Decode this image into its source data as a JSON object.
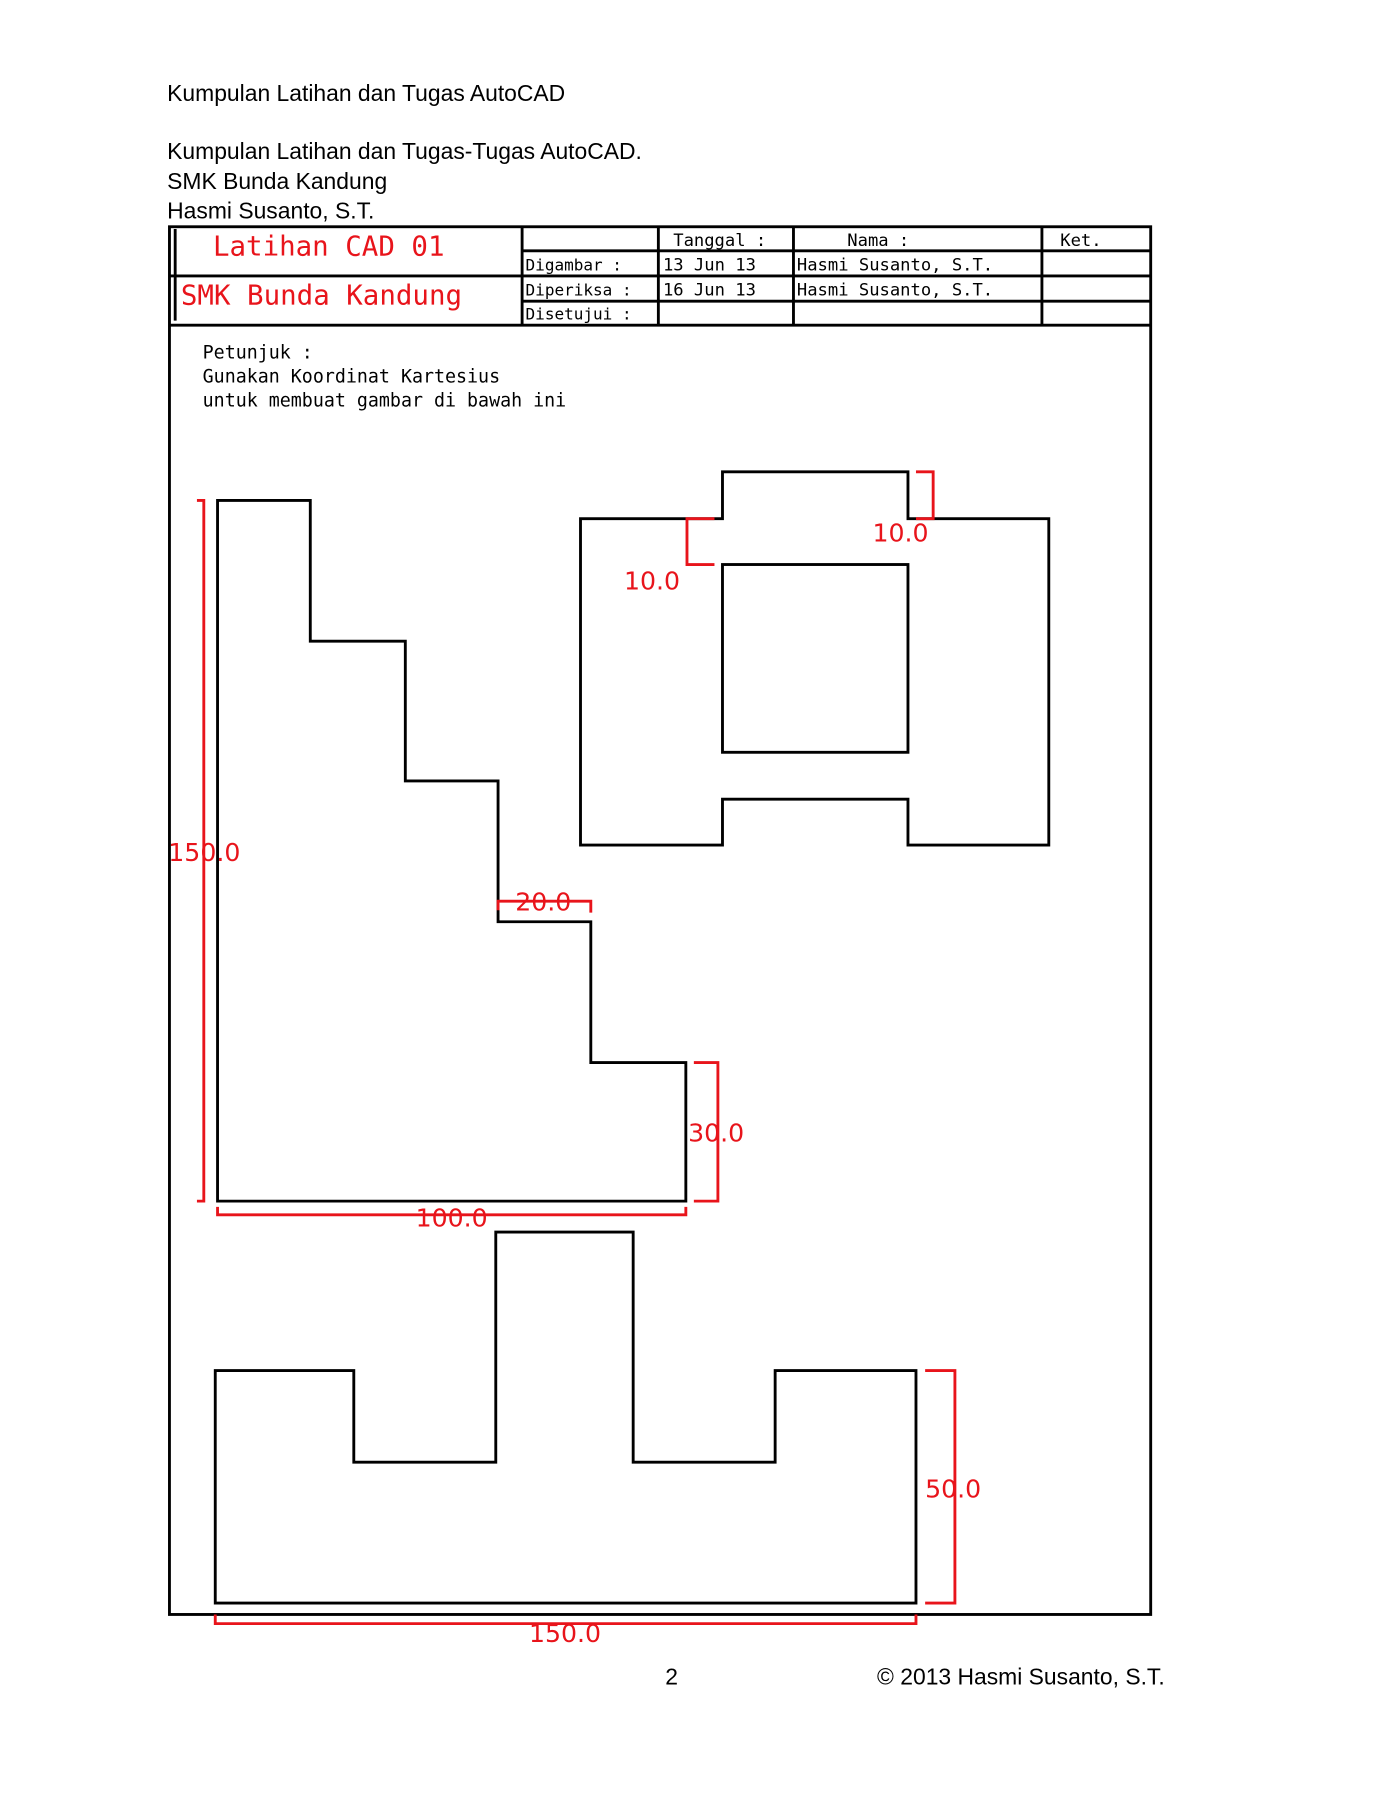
{
  "header": {
    "running_title": "Kumpulan Latihan dan Tugas AutoCAD",
    "lines": [
      "Kumpulan Latihan dan Tugas-Tugas AutoCAD.",
      "SMK Bunda Kandung",
      "Hasmi Susanto, S.T."
    ]
  },
  "title_block": {
    "title": "Latihan CAD 01",
    "school": "SMK Bunda Kandung",
    "col_tanggal": "Tanggal :",
    "col_nama": "Nama :",
    "col_ket": "Ket.",
    "rows": [
      {
        "label": "Digambar :",
        "date": "13 Jun 13",
        "name": "Hasmi Susanto, S.T."
      },
      {
        "label": "Diperiksa :",
        "date": "16 Jun 13",
        "name": "Hasmi Susanto, S.T."
      },
      {
        "label": "Disetujui :",
        "date": "",
        "name": ""
      }
    ]
  },
  "instructions": [
    "Petunjuk :",
    "Gunakan Koordinat Kartesius",
    "untuk membuat gambar di bawah ini"
  ],
  "dimensions": {
    "shape1_height": "150.0",
    "shape1_width": "100.0",
    "shape1_step": "20.0",
    "shape1_last_step": "30.0",
    "shape2_left": "10.0",
    "shape2_right": "10.0",
    "shape3_height": "50.0",
    "shape3_width": "150.0"
  },
  "footer": {
    "page_number": "2",
    "copyright": "© 2013 Hasmi Susanto, S.T."
  }
}
